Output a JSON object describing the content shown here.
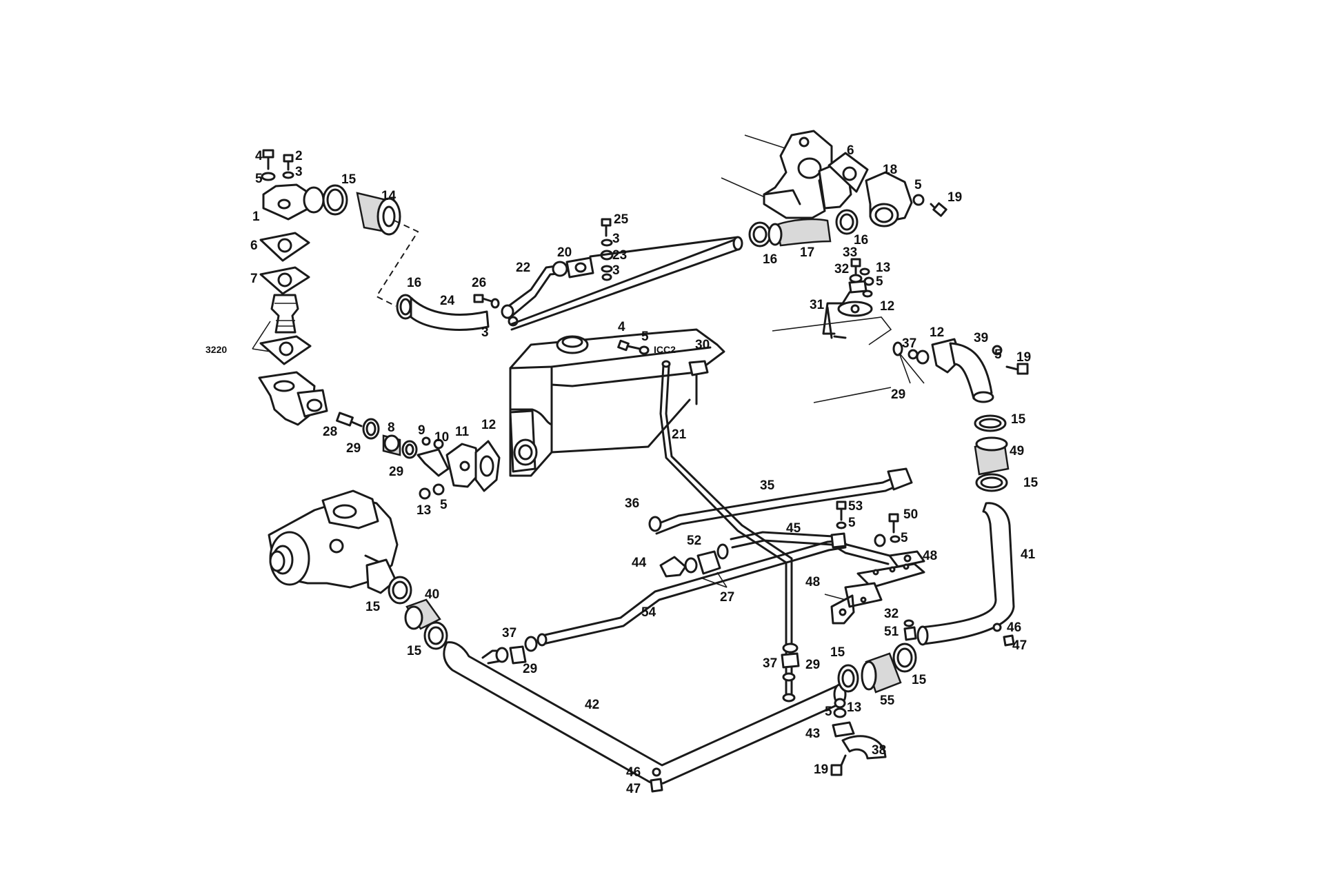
{
  "diagram": {
    "labels": {
      "n1": "1",
      "n2": "2",
      "n3a": "3",
      "n4a": "4",
      "n5a": "5",
      "n6a": "6",
      "n7": "7",
      "n3220": "3220",
      "n14": "14",
      "n15a": "15",
      "n16a": "16",
      "n24": "24",
      "n26": "26",
      "n3b": "3",
      "n22": "22",
      "n20": "20",
      "n25": "25",
      "n3c": "3",
      "n23": "23",
      "n3d": "3",
      "n6b": "6",
      "n18": "18",
      "n5b": "5",
      "n19a": "19",
      "n16b": "16",
      "n17": "17",
      "n16c": "16",
      "n33": "33",
      "n32a": "32",
      "n13a": "13",
      "n5c": "5",
      "n31": "31",
      "n12a": "12",
      "n4b": "4",
      "n5d": "5",
      "n30": "30",
      "n12b": "12",
      "n39": "39",
      "n37a": "37",
      "n5e": "5",
      "n19b": "19",
      "n29a": "29",
      "n28": "28",
      "n29b": "29",
      "n8": "8",
      "n9": "9",
      "n10": "10",
      "n11": "11",
      "n12c": "12",
      "n29c": "29",
      "n13b": "13",
      "n5f": "5",
      "n21": "21",
      "n15b": "15",
      "n49": "49",
      "n15c": "15",
      "n35": "35",
      "n36": "36",
      "n53": "53",
      "n5g": "5",
      "n50": "50",
      "n5h": "5",
      "n45": "45",
      "n52": "52",
      "n48a": "48",
      "n44": "44",
      "n27": "27",
      "n48b": "48",
      "n41": "41",
      "n15d": "15",
      "n40": "40",
      "n54": "54",
      "n15e": "15",
      "n37b": "37",
      "n29d": "29",
      "n32b": "32",
      "n51": "51",
      "n46a": "46",
      "n47a": "47",
      "n37c": "37",
      "n29e": "29",
      "n15f": "15",
      "n55": "55",
      "n15g": "15",
      "n42": "42",
      "n5i": "5",
      "n13c": "13",
      "n43": "43",
      "n38": "38",
      "n19c": "19",
      "n46b": "46",
      "n47b": "47",
      "tank_marking": "ICC2"
    }
  }
}
